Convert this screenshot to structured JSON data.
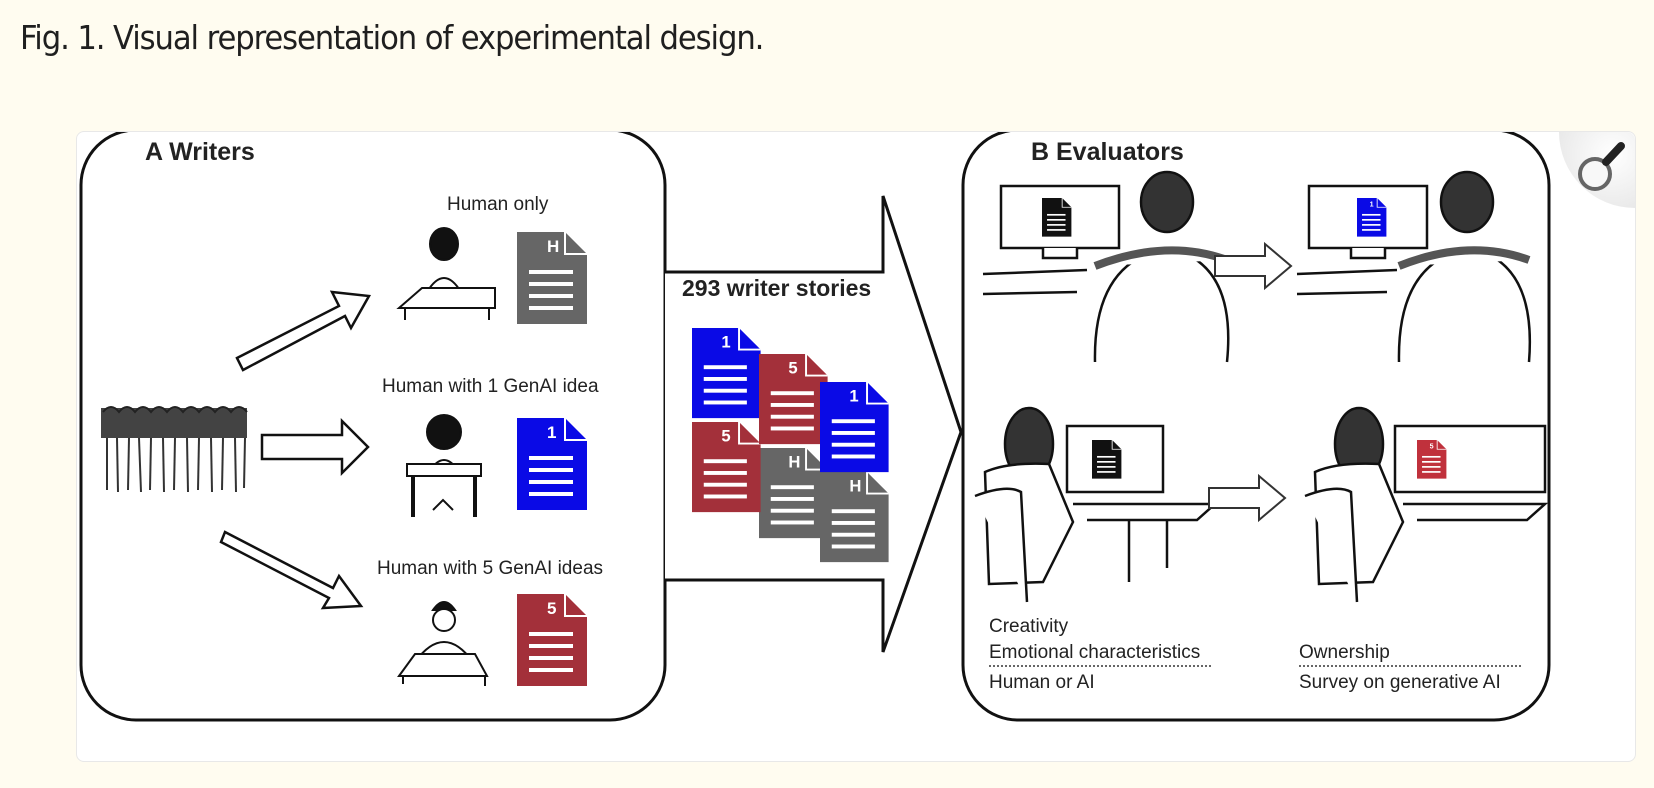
{
  "caption": "Fig. 1. Visual representation of experimental design.",
  "panel_a": {
    "title": "A  Writers",
    "conditions": [
      {
        "label": "Human only",
        "doc_badge": "H",
        "doc_color": "#666666"
      },
      {
        "label": "Human with 1 GenAI idea",
        "doc_badge": "1",
        "doc_color": "#0a0ae6"
      },
      {
        "label": "Human with 5 GenAI ideas",
        "doc_badge": "5",
        "doc_color": "#a3303a"
      }
    ]
  },
  "middle": {
    "label": "293 writer stories",
    "stack": [
      {
        "badge": "1",
        "color": "#0a0ae6"
      },
      {
        "badge": "5",
        "color": "#a3303a"
      },
      {
        "badge": "1",
        "color": "#0a0ae6"
      },
      {
        "badge": "5",
        "color": "#a3303a"
      },
      {
        "badge": "H",
        "color": "#666666"
      },
      {
        "badge": "H",
        "color": "#666666"
      }
    ]
  },
  "panel_b": {
    "title": "B  Evaluators",
    "top_screens": [
      {
        "badge": "",
        "color": "#111111"
      },
      {
        "badge": "1",
        "color": "#0a0ae6"
      }
    ],
    "bottom_screens": [
      {
        "badge": "",
        "color": "#111111"
      },
      {
        "badge": "5",
        "color": "#c0313c"
      }
    ],
    "measures_left": [
      "Creativity",
      "Emotional characteristics",
      "Human or AI"
    ],
    "measures_right": [
      "Ownership",
      "Survey on generative AI"
    ]
  },
  "zoom_icon": "magnifier-icon"
}
